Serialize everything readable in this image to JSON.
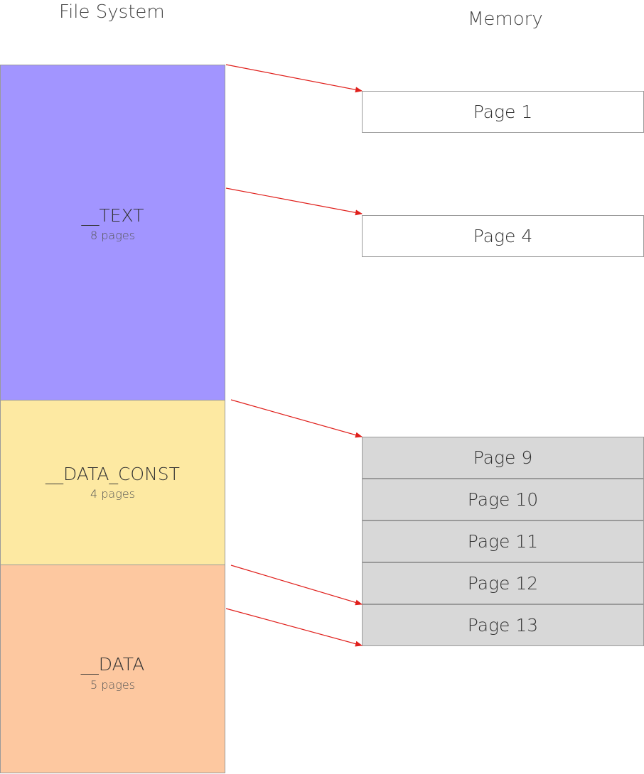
{
  "headings": {
    "file_system": "File System",
    "memory": "Memory"
  },
  "segments": [
    {
      "name": "__TEXT",
      "size": "8 pages",
      "color": "#a295ff"
    },
    {
      "name": "__DATA_CONST",
      "size": "4 pages",
      "color": "#fde9a2"
    },
    {
      "name": "__DATA",
      "size": "5 pages",
      "color": "#fdc8a0"
    }
  ],
  "memory_pages": [
    "Page 1",
    "Page 4",
    "Page 9",
    "Page 10",
    "Page 11",
    "Page 12",
    "Page 13"
  ],
  "colors": {
    "arrow": "#e0201c",
    "separate_page_fill": "#ffffff",
    "grouped_page_fill": "#d8d8d8",
    "border": "#9a9a9a"
  }
}
